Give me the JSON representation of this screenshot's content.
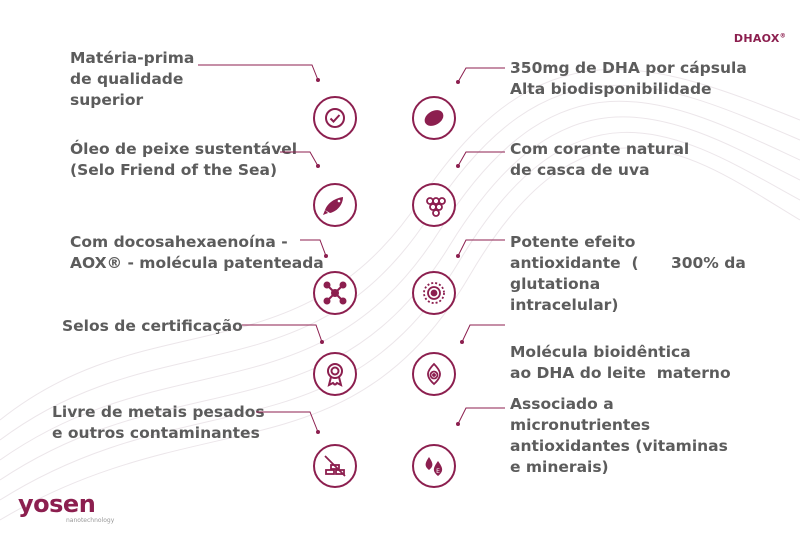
{
  "brand": {
    "name": "DHAOX",
    "mark": "®"
  },
  "logo": {
    "name": "yosen",
    "subtitle": "nanotechnology"
  },
  "left_features": [
    {
      "text": "Matéria-prima\nde qualidade\nsuperior",
      "icon": "badge-check-icon"
    },
    {
      "text": "Óleo de peixe sustentável\n(Selo Friend of the Sea)",
      "icon": "fish-icon"
    },
    {
      "text": "Com docosahexaenoína -\nAOX® - molécula patenteada",
      "icon": "molecule-icon"
    },
    {
      "text": "Selos de certificação",
      "icon": "award-ribbon-icon"
    },
    {
      "text": "Livre de metais pesados\ne outros contaminantes",
      "icon": "no-metal-bars-icon"
    }
  ],
  "right_features": [
    {
      "text": "350mg de DHA por cápsula\nAlta biodisponibilidade",
      "icon": "capsule-icon"
    },
    {
      "text": "Com corante natural\nde casca de uva",
      "icon": "grape-icon"
    },
    {
      "text": "Potente efeito\nantioxidante  (      300% da\nglutationa\nintracelular)",
      "icon": "antioxidant-cell-icon"
    },
    {
      "text": "Molécula bioidêntica\nao DHA do leite  materno",
      "icon": "breast-milk-icon"
    },
    {
      "text": "Associado a\nmicronutrientes\nantioxidantes (vitaminas\ne minerais)",
      "icon": "vitamin-drop-icon"
    }
  ],
  "colors": {
    "accent": "#8c1f4f",
    "text": "#5c5c5c"
  }
}
